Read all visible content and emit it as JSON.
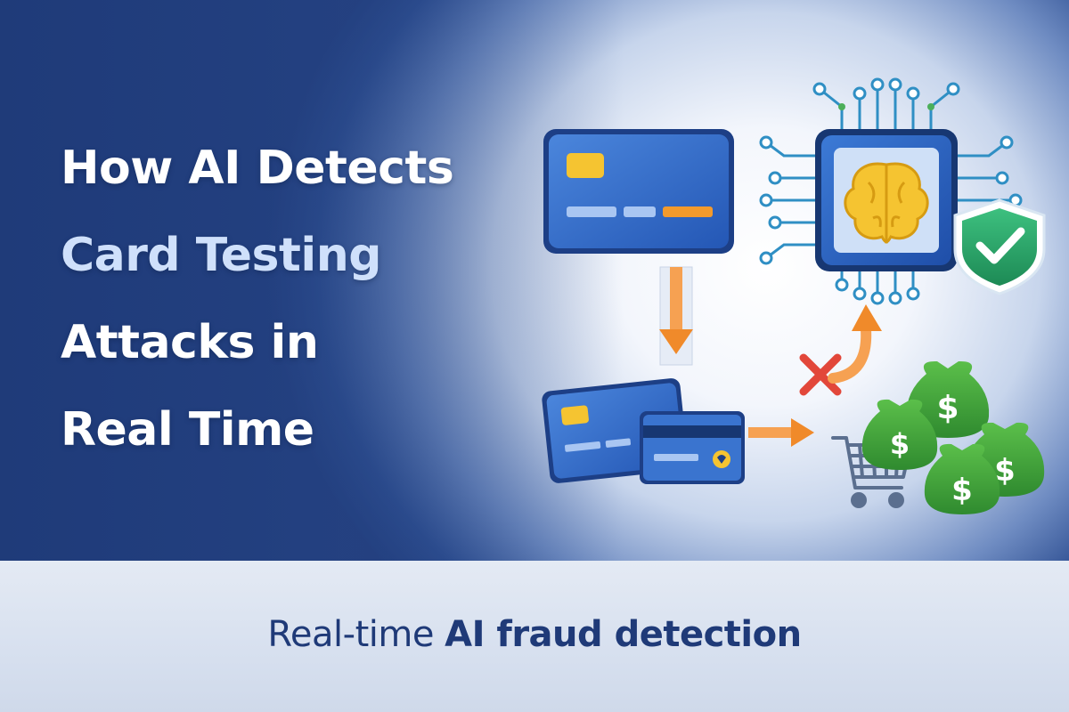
{
  "headline": {
    "line1": "How AI Detects",
    "line2": "Card Testing",
    "line3": "Attacks in",
    "line4": "Real Time"
  },
  "tagline": {
    "regular": "Real-time ",
    "bold": "AI fraud detection"
  },
  "illustration": {
    "icons": [
      "credit-card-icon",
      "ai-brain-chip-icon",
      "shield-check-icon",
      "stacked-cards-icon",
      "shopping-cart-icon",
      "money-bags-icon",
      "blocked-x-icon"
    ]
  },
  "colors": {
    "navy": "#233f7f",
    "card_blue": "#2f66c4",
    "accent_orange": "#f39a2c",
    "chip_gold": "#f5c431",
    "money_green": "#3f9e3a",
    "shield_green": "#2aa06a",
    "x_red": "#e2473a"
  }
}
